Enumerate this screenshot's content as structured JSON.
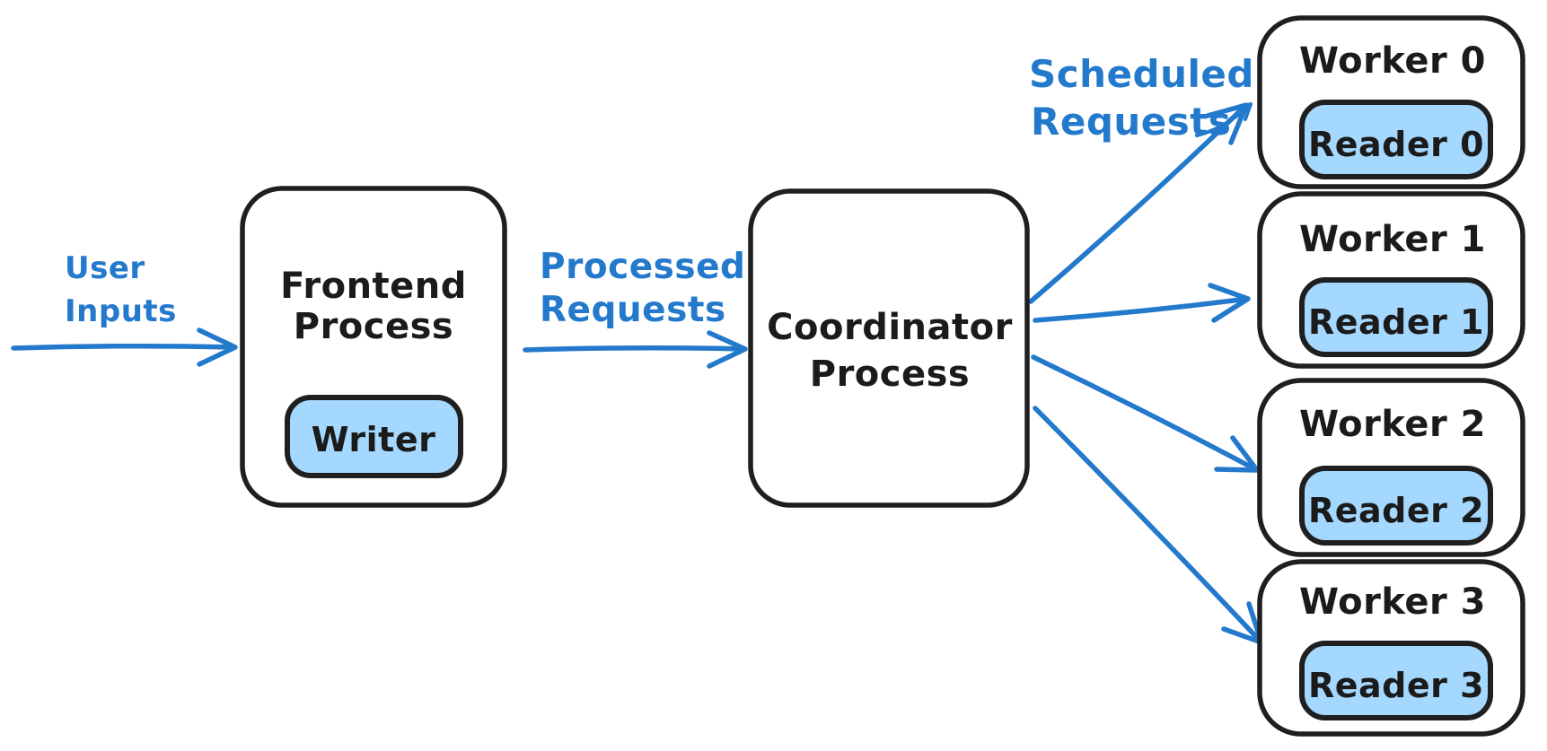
{
  "colors": {
    "background": "#ffffff",
    "outline_black": "#1f1f1f",
    "accent_blue": "#2379cb",
    "chip_fill_light_blue": "#a5d8ff"
  },
  "nodes": {
    "frontend": {
      "title_line1": "Frontend",
      "title_line2": "Process",
      "chip": "Writer"
    },
    "coordinator": {
      "title_line1": "Coordinator",
      "title_line2": "Process"
    },
    "workers": [
      {
        "title": "Worker 0",
        "chip": "Reader 0"
      },
      {
        "title": "Worker 1",
        "chip": "Reader 1"
      },
      {
        "title": "Worker 2",
        "chip": "Reader 2"
      },
      {
        "title": "Worker 3",
        "chip": "Reader 3"
      }
    ]
  },
  "edge_labels": {
    "user_inputs": {
      "line1": "User",
      "line2": "Inputs"
    },
    "processed_requests": {
      "line1": "Processed",
      "line2": "Requests"
    },
    "scheduled_requests": {
      "line1": "Scheduled",
      "line2": "Requests"
    }
  }
}
